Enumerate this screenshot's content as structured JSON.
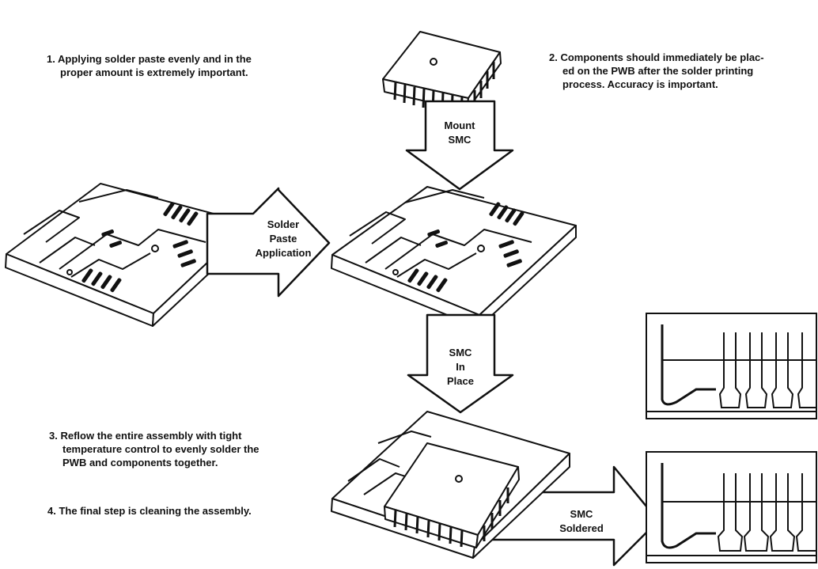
{
  "notes": [
    {
      "number": "1.",
      "lines": [
        "Applying solder paste evenly and in the",
        "proper amount is extremely important."
      ]
    },
    {
      "number": "2.",
      "lines": [
        "Components should immediately be plac-",
        "ed on the PWB after the solder printing",
        "process. Accuracy is important."
      ]
    },
    {
      "number": "3.",
      "lines": [
        "Reflow the entire assembly with tight",
        "temperature control to evenly solder the",
        "PWB and components together."
      ]
    },
    {
      "number": "4.",
      "lines": [
        "The final step is cleaning the assembly."
      ]
    }
  ],
  "arrows": {
    "mount": [
      "Mount",
      "SMC"
    ],
    "paste": [
      "Solder",
      "Paste",
      "Application"
    ],
    "in_place": [
      "SMC",
      "In",
      "Place"
    ],
    "soldered": [
      "SMC",
      "Soldered"
    ]
  }
}
